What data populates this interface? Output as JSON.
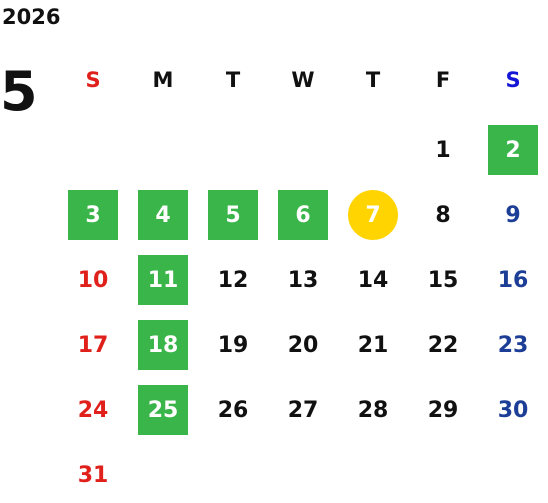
{
  "calendar": {
    "year": "2026",
    "month": "5",
    "weekdays": [
      "S",
      "M",
      "T",
      "W",
      "T",
      "F",
      "S"
    ],
    "first_weekday_index": 5,
    "days_in_month": 31,
    "holidays": [
      2,
      3,
      4,
      5,
      6,
      11,
      18,
      25
    ],
    "today": 7,
    "colors": {
      "sunday": "#e0201b",
      "saturday": "#1d3e97",
      "saturday_header": "#1515d6",
      "holiday_bg": "#39b54a",
      "today_bg": "#ffd400",
      "text": "#111111"
    }
  }
}
